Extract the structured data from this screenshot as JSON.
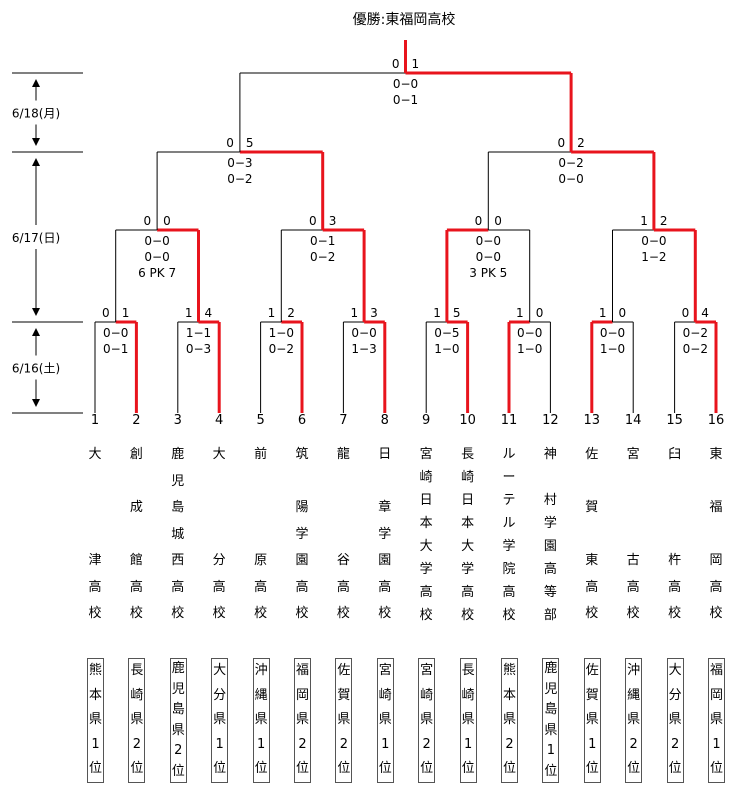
{
  "title": "優勝:東福岡高校",
  "dates": {
    "round3": "6/18(月)",
    "round2": "6/17(日)",
    "round1": "6/16(土)"
  },
  "colors": {
    "winner_line": "#e8141d",
    "line": "#000000"
  },
  "teams": [
    {
      "seed": "1",
      "name_lines": [
        "大",
        "",
        "",
        "",
        "津",
        "高",
        "校"
      ],
      "prefecture_lines": [
        "熊",
        "本",
        "県",
        "1",
        "位"
      ]
    },
    {
      "seed": "2",
      "name_lines": [
        "創",
        "",
        "成",
        "",
        "館",
        "高",
        "校"
      ],
      "prefecture_lines": [
        "長",
        "崎",
        "県",
        "2",
        "位"
      ]
    },
    {
      "seed": "3",
      "name_lines": [
        "鹿",
        "児",
        "島",
        "城",
        "西",
        "高",
        "校"
      ],
      "prefecture_lines": [
        "鹿",
        "児",
        "島",
        "県",
        "2",
        "位"
      ]
    },
    {
      "seed": "4",
      "name_lines": [
        "大",
        "",
        "",
        "",
        "分",
        "高",
        "校"
      ],
      "prefecture_lines": [
        "大",
        "分",
        "県",
        "1",
        "位"
      ]
    },
    {
      "seed": "5",
      "name_lines": [
        "前",
        "",
        "",
        "",
        "原",
        "高",
        "校"
      ],
      "prefecture_lines": [
        "沖",
        "縄",
        "県",
        "1",
        "位"
      ]
    },
    {
      "seed": "6",
      "name_lines": [
        "筑",
        "",
        "陽",
        "学",
        "園",
        "高",
        "校"
      ],
      "prefecture_lines": [
        "福",
        "岡",
        "県",
        "2",
        "位"
      ]
    },
    {
      "seed": "7",
      "name_lines": [
        "龍",
        "",
        "",
        "",
        "谷",
        "高",
        "校"
      ],
      "prefecture_lines": [
        "佐",
        "賀",
        "県",
        "2",
        "位"
      ]
    },
    {
      "seed": "8",
      "name_lines": [
        "日",
        "",
        "章",
        "学",
        "園",
        "高",
        "校"
      ],
      "prefecture_lines": [
        "宮",
        "崎",
        "県",
        "1",
        "位"
      ]
    },
    {
      "seed": "9",
      "name_lines": [
        "宮",
        "崎",
        "日",
        "本",
        "大",
        "学",
        "高",
        "校"
      ],
      "prefecture_lines": [
        "宮",
        "崎",
        "県",
        "2",
        "位"
      ]
    },
    {
      "seed": "10",
      "name_lines": [
        "長",
        "崎",
        "日",
        "本",
        "大",
        "学",
        "高",
        "校"
      ],
      "prefecture_lines": [
        "長",
        "崎",
        "県",
        "1",
        "位"
      ]
    },
    {
      "seed": "11",
      "name_lines": [
        "ル",
        "ー",
        "テ",
        "ル",
        "学",
        "院",
        "高",
        "校"
      ],
      "prefecture_lines": [
        "熊",
        "本",
        "県",
        "2",
        "位"
      ]
    },
    {
      "seed": "12",
      "name_lines": [
        "神",
        "",
        "村",
        "学",
        "園",
        "高",
        "等",
        "部"
      ],
      "prefecture_lines": [
        "鹿",
        "児",
        "島",
        "県",
        "1",
        "位"
      ]
    },
    {
      "seed": "13",
      "name_lines": [
        "佐",
        "",
        "賀",
        "",
        "東",
        "高",
        "校"
      ],
      "prefecture_lines": [
        "佐",
        "賀",
        "県",
        "1",
        "位"
      ]
    },
    {
      "seed": "14",
      "name_lines": [
        "宮",
        "",
        "",
        "",
        "古",
        "高",
        "校"
      ],
      "prefecture_lines": [
        "沖",
        "縄",
        "県",
        "2",
        "位"
      ]
    },
    {
      "seed": "15",
      "name_lines": [
        "臼",
        "",
        "",
        "",
        "杵",
        "高",
        "校"
      ],
      "prefecture_lines": [
        "大",
        "分",
        "県",
        "2",
        "位"
      ]
    },
    {
      "seed": "16",
      "name_lines": [
        "東",
        "",
        "福",
        "",
        "岡",
        "高",
        "校"
      ],
      "prefecture_lines": [
        "福",
        "岡",
        "県",
        "1",
        "位"
      ]
    }
  ],
  "matches": [
    {
      "id": "r1m1",
      "round": 1,
      "left_score": "0",
      "right_score": "1",
      "half_scores": [
        "0−0",
        "0−1"
      ],
      "pk": "",
      "winner": "right"
    },
    {
      "id": "r1m2",
      "round": 1,
      "left_score": "1",
      "right_score": "4",
      "half_scores": [
        "1−1",
        "0−3"
      ],
      "pk": "",
      "winner": "right"
    },
    {
      "id": "r1m3",
      "round": 1,
      "left_score": "1",
      "right_score": "2",
      "half_scores": [
        "1−0",
        "0−2"
      ],
      "pk": "",
      "winner": "right"
    },
    {
      "id": "r1m4",
      "round": 1,
      "left_score": "1",
      "right_score": "3",
      "half_scores": [
        "0−0",
        "1−3"
      ],
      "pk": "",
      "winner": "right"
    },
    {
      "id": "r1m5",
      "round": 1,
      "left_score": "1",
      "right_score": "5",
      "half_scores": [
        "0−5",
        "1−0"
      ],
      "pk": "",
      "winner": "right"
    },
    {
      "id": "r1m6",
      "round": 1,
      "left_score": "1",
      "right_score": "0",
      "half_scores": [
        "0−0",
        "1−0"
      ],
      "pk": "",
      "winner": "left"
    },
    {
      "id": "r1m7",
      "round": 1,
      "left_score": "1",
      "right_score": "0",
      "half_scores": [
        "0−0",
        "1−0"
      ],
      "pk": "",
      "winner": "left"
    },
    {
      "id": "r1m8",
      "round": 1,
      "left_score": "0",
      "right_score": "4",
      "half_scores": [
        "0−2",
        "0−2"
      ],
      "pk": "",
      "winner": "right"
    },
    {
      "id": "r2m1",
      "round": 2,
      "left_score": "0",
      "right_score": "0",
      "half_scores": [
        "0−0",
        "0−0"
      ],
      "pk": "6 PK 7",
      "winner": "right"
    },
    {
      "id": "r2m2",
      "round": 2,
      "left_score": "0",
      "right_score": "3",
      "half_scores": [
        "0−1",
        "0−2"
      ],
      "pk": "",
      "winner": "right"
    },
    {
      "id": "r2m3",
      "round": 2,
      "left_score": "0",
      "right_score": "0",
      "half_scores": [
        "0−0",
        "0−0"
      ],
      "pk": "3 PK 5",
      "winner": "left"
    },
    {
      "id": "r2m4",
      "round": 2,
      "left_score": "1",
      "right_score": "2",
      "half_scores": [
        "0−0",
        "1−2"
      ],
      "pk": "",
      "winner": "right"
    },
    {
      "id": "r3m1",
      "round": 3,
      "left_score": "0",
      "right_score": "5",
      "half_scores": [
        "0−3",
        "0−2"
      ],
      "pk": "",
      "winner": "right"
    },
    {
      "id": "r3m2",
      "round": 3,
      "left_score": "0",
      "right_score": "2",
      "half_scores": [
        "0−2",
        "0−0"
      ],
      "pk": "",
      "winner": "right"
    },
    {
      "id": "final",
      "round": 4,
      "left_score": "0",
      "right_score": "1",
      "half_scores": [
        "0−0",
        "0−1"
      ],
      "pk": "",
      "winner": "right"
    }
  ]
}
